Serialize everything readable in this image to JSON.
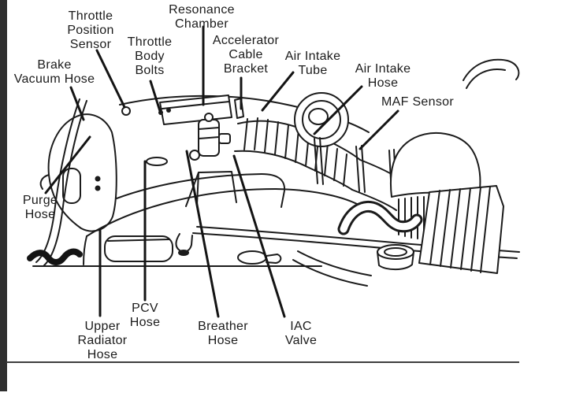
{
  "diagram": {
    "kind": "engine-component-callout-diagram",
    "labels": {
      "throttle_position_sensor": "Throttle\nPosition\nSensor",
      "resonance_chamber": "Resonance\nChamber",
      "throttle_body_bolts": "Throttle\nBody\nBolts",
      "accelerator_cable_bracket": "Accelerator\nCable\nBracket",
      "air_intake_tube": "Air Intake\nTube",
      "air_intake_hose": "Air Intake\nHose",
      "maf_sensor": "MAF Sensor",
      "brake_vacuum_hose": "Brake\nVacuum Hose",
      "purge_hose": "Purge\nHose",
      "upper_radiator_hose": "Upper\nRadiator\nHose",
      "pcv_hose": "PCV\nHose",
      "breather_hose": "Breather\nHose",
      "iac_valve": "IAC\nValve"
    },
    "colors": {
      "ink": "#1b1b1b",
      "background": "#ffffff",
      "left_edge_bar": "#2f2f2f",
      "bottom_rule": "#3d3d3d"
    }
  }
}
